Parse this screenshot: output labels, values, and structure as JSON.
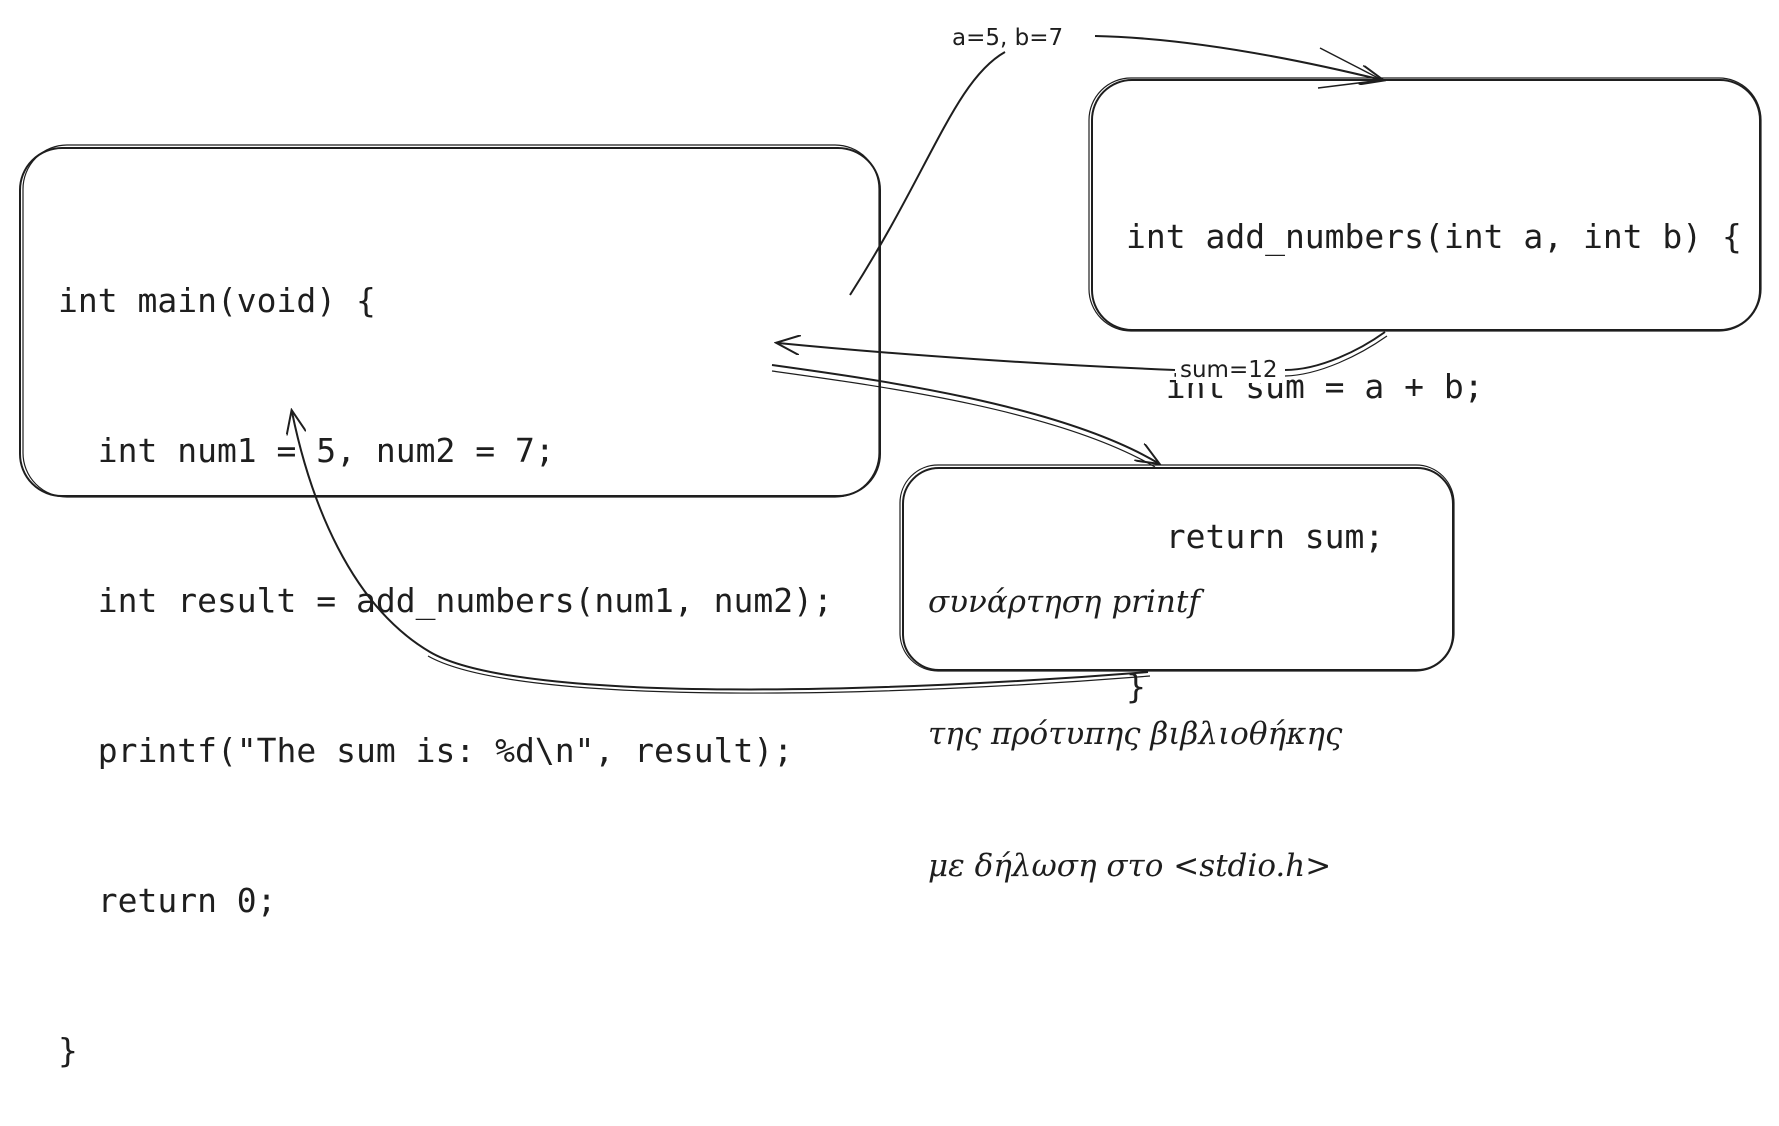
{
  "main_box": {
    "lines": [
      "int main(void) {",
      "  int num1 = 5, num2 = 7;",
      "  int result = add_numbers(num1, num2);",
      "  printf(\"The sum is: %d\\n\", result);",
      "  return 0;",
      "}"
    ]
  },
  "add_box": {
    "lines": [
      "int add_numbers(int a, int b) {",
      "  int sum = a + b;",
      "  return sum;",
      "}"
    ]
  },
  "printf_box": {
    "lines": [
      "συνάρτηση printf",
      "της πρότυπης βιβλιοθήκης",
      "με δήλωση στο <stdio.h>"
    ]
  },
  "edges": {
    "call_args": "a=5, b=7",
    "return_value": "sum=12"
  },
  "colors": {
    "stroke": "#1e1e1e",
    "background": "#ffffff"
  }
}
